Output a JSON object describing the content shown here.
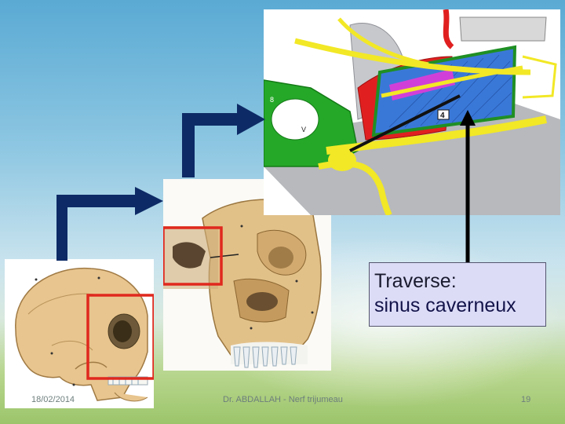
{
  "callout": {
    "line1": "Traverse:",
    "line2": "sinus caverneux"
  },
  "footer": {
    "date": "18/02/2014",
    "author": "Dr. ABDALLAH - Nerf trijumeau",
    "page": "19"
  },
  "figure_labels": {
    "eight": "8",
    "v": "V",
    "four": "4"
  },
  "colors": {
    "arrow": "#0d2a66",
    "highlight_box": "#e0281e",
    "callout_bg": "#dcdcf7",
    "dura_green": "#22aa22",
    "sinus_blue": "#3a78d8",
    "nerve_yellow": "#f2e826",
    "artery_red": "#e02020"
  }
}
